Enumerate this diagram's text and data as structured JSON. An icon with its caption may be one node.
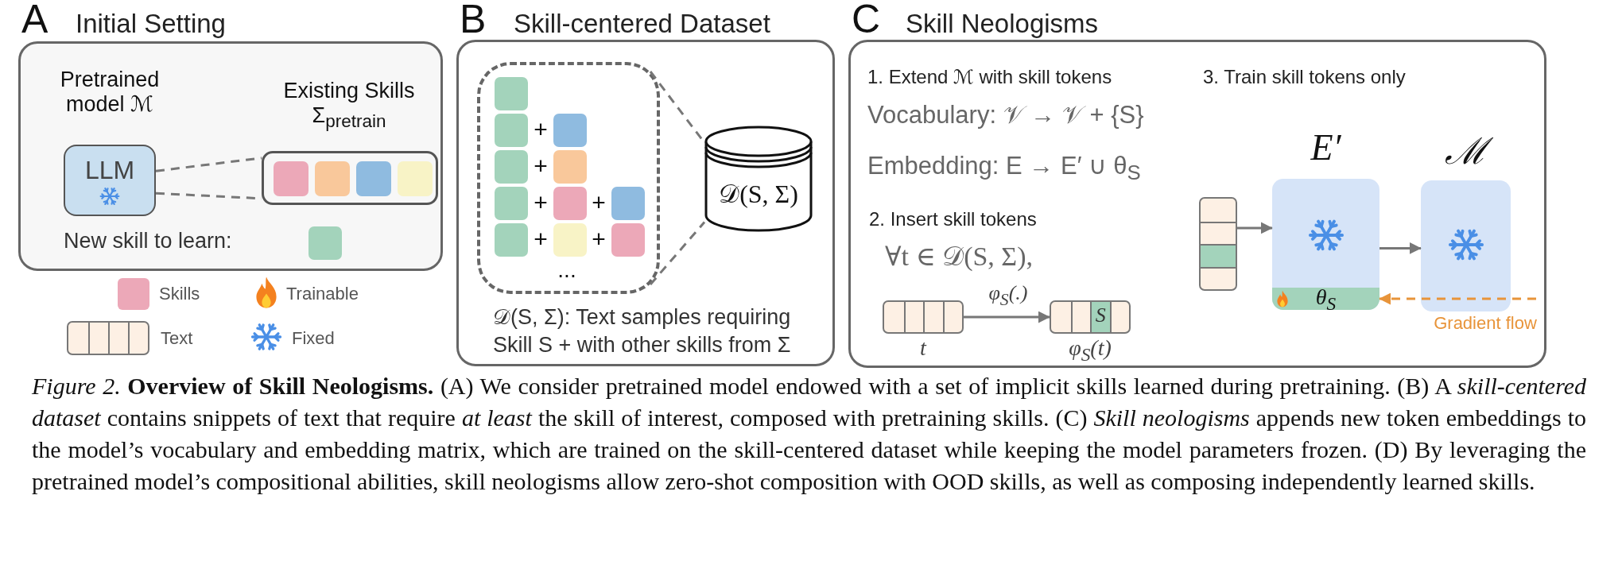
{
  "diagram": {
    "caption": "*Figure 2.* **Overview of Skill Neologisms.** (A) We consider pretrained model endowed with a set of implicit skills learned during pretraining. (B) A *skill-centered dataset* contains snippets of text that require *at least* the skill of interest, composed with pretraining skills. (C) *Skill neologisms* appends new token embeddings to the model’s vocabulary and embedding matrix, which are trained on the skill-centered dataset while keeping the model parameters frozen. (D) By leveraging the pretrained model’s compositional abilities, skill neologisms allow zero-shot composition with OOD skills, as well as composing independently learned skills.",
    "nodes": [
      {
        "text": [
          "A",
          "Initial Setting"
        ]
      },
      {
        "text": [
          "Pretrained model ℳ",
          "LLM"
        ],
        "in": 0
      },
      {
        "text": [
          "Existing Skills Σ$_{pretrain}$"
        ],
        "in": 0
      },
      {
        "text": [
          "B",
          "Skill-centered Dataset"
        ]
      },
      {
        "text": [],
        "shape": "box",
        "in": 3
      },
      {
        "text": [
          "𝒟(S, Σ)"
        ],
        "in": 3
      },
      {
        "text": [
          "C",
          "Skill Neologisms"
        ]
      },
      {
        "text": [],
        "shape": "bar",
        "in": 6,
        "beside": [
          "t"
        ]
      },
      {
        "text": [
          "S"
        ],
        "in": 6,
        "beside": [
          "φ$_{S}$(t)"
        ]
      },
      {
        "text": [],
        "shape": "bar",
        "in": 6
      },
      {
        "text": [
          "E′"
        ],
        "in": 6
      },
      {
        "text": [
          "θ$_{S}$"
        ],
        "in": 10
      },
      {
        "text": [
          "ℳ"
        ],
        "in": 6
      }
    ],
    "edges": [
      {
        "from": 1,
        "to": 2,
        "arrow": "none",
        "style": "dashed"
      },
      {
        "from": 1,
        "to": 2,
        "arrow": "none",
        "style": "dashed"
      },
      {
        "from": 4,
        "to": 5,
        "arrow": "none",
        "style": "dashed"
      },
      {
        "from": 4,
        "to": 5,
        "arrow": "none",
        "style": "dashed"
      },
      {
        "from": 7,
        "to": 8,
        "arrow": "to",
        "label": "φ$_{S}$(.)"
      },
      {
        "from": 9,
        "to": 10,
        "arrow": "to"
      },
      {
        "from": 10,
        "to": 12,
        "arrow": "to"
      },
      {
        "from": null,
        "to": 11,
        "arrow": "to",
        "style": "dashed",
        "color": "#e8943a",
        "label": "Gradient flow"
      }
    ],
    "labels": [
      "New skill to learn:",
      "+",
      "+",
      "+",
      "+",
      "+",
      "+",
      "...",
      "𝒟(S, Σ): Text samples requiring Skill S + with other skills from Σ",
      "1. Extend ℳ with skill tokens",
      "Vocabulary: 𝒱 → 𝒱 + {S}",
      "Embedding: E → E′ ∪ θ$_{S}$",
      "3. Train skill tokens only",
      "2. Insert skill tokens",
      "∀t ∈ 𝒟(S, Σ),"
    ],
    "legend": [
      {
        "text": "Skills",
        "color": "#eca8b8"
      },
      {
        "text": "Trainable"
      },
      {
        "text": "Text"
      },
      {
        "text": "Fixed"
      }
    ]
  }
}
